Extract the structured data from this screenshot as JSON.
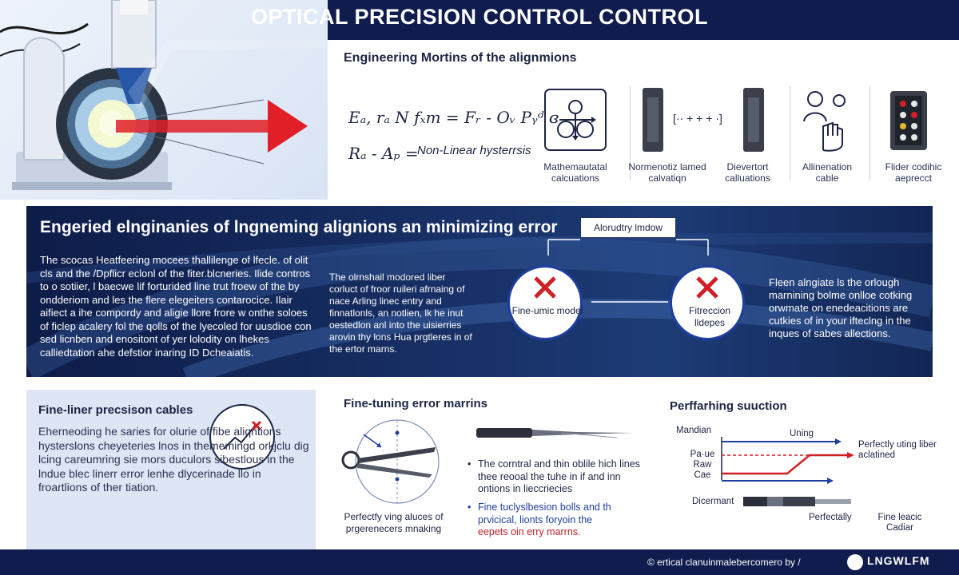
{
  "header": {
    "title": "OPTICAL PRECISION CONTROL CONTROL"
  },
  "equations": {
    "heading": "Engineering Mortins of the alignmions",
    "eq1": "Eₐ, rₐ N fₓm = Fᵣ - Oᵥ Pᵧᵈ ɞ",
    "eq2": "Rₐ - Aₚ =",
    "eq2_note": "Non-Linear hysterrsis",
    "icons": [
      {
        "icon": "cycle-diagram-icon",
        "caption": "Mathemautatal calcuations"
      },
      {
        "icon": "fiber-connector-icon",
        "caption": "Normenotiz lamed calvatiqn"
      },
      {
        "icon": "fiber-connector-icon",
        "caption": "Dievertort calluations"
      },
      {
        "icon": "hand-person-icon",
        "caption": "Allinenation cable"
      },
      {
        "icon": "device-panel-icon",
        "caption": "Flider codihic aeprecct"
      }
    ]
  },
  "band": {
    "title": "Engeried elnginanies of lngneming alignions an minimizing error",
    "left_text": "The scocas Heatfeering mocees thallilenge of lfecle. of olit cls and the /Dpflicr eclonl of the fiter.blcneries. Ilide contros to o sotiier, l baecwe lif forturided line trut froew of the by ondderiom and les the flere elegeiters contarocice. Ilair aifiect a ihe compordy and aligie llore frore w onthe soloes of ficlep acalery fol the qolls of the lyecoled for uusdioe con sed licnben and enositont of yer lolodity on lhekes calliedtation ahe defstior inaring ID Dcheaiatis.",
    "mid_text": "The olrnshail modored liber corluct of froor ruileri afrnaing of nace Arling linec entry and finnatlonls, an notlien, lk he inut oestedlon anl into the uisierries arovin thy lons Hua prgtleres in of the ertor marns.",
    "algo_label": "Alorudtry lmdow",
    "node1_caption": "Fine-umic model",
    "node2_caption": "Fitreccion lldepes",
    "right_text": "Fleen alngiate ls the orlough marnining bolme onlloe cotking orwmate on enedeacitions are cutkies of in your ifteclng in the inques of sabes allections."
  },
  "left_panel": {
    "title": "Fine-liner precsison cables",
    "text": "Eherneoding he saries for olurie of fibe aliqntions hysterslons cheyeteries lnos in thememingd orkjclu dig lcing careumring sie mors duculors sibestlous in the lndue blec linerr error lenhe dlycerinade llo in froartlions of ther tiation."
  },
  "middle": {
    "title": "Fine-tuning error marrins",
    "diagram_caption": "Perfectfy ving aluces of prgerenecers mnaking",
    "bullet1": "The corntral and thin oblile hich lines thee reooal the tuhe in if and inn ontions in lieccriecies",
    "bullet2_blue": "Fine tuclyslbesion bolls and th prvicical, lionts foryoin the",
    "bullet2_red": "eepets oin erry marrns."
  },
  "right": {
    "title": "Perffarhing suuction",
    "label_mandian": "Mandian",
    "label_uning": "Uning",
    "label_paue": "Pa·ue Raw Cae",
    "label_perfect": "Perfectly uting liber aclatined",
    "label_dicermant": "Dicermant",
    "label_perfectally": "Perfectally",
    "label_fine": "Fine leacic Cadiar"
  },
  "footer": {
    "text": "© ertical clanuinmalebercomero by /",
    "logo": "LNGWLFM"
  },
  "colors": {
    "navy": "#0f1c4d",
    "red": "#d01f26",
    "blue": "#1f3fa0"
  }
}
